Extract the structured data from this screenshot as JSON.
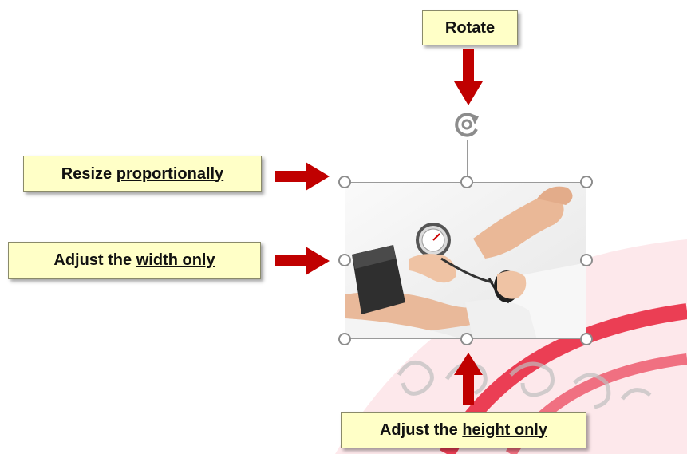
{
  "callouts": {
    "rotate": {
      "text": "Rotate"
    },
    "resize": {
      "prefix": "Resize ",
      "underlined": "proportionally"
    },
    "width": {
      "prefix": "Adjust the ",
      "underlined": "width only"
    },
    "height": {
      "prefix": "Adjust the ",
      "underlined": "height only"
    }
  },
  "colors": {
    "callout_fill": "#ffffc7",
    "arrow_red": "#c00000",
    "handle_stroke": "#8c8c8c",
    "watermark_red": "#e8203a"
  },
  "image": {
    "subject": "blood pressure measurement photo",
    "icon": "rotate-icon"
  }
}
